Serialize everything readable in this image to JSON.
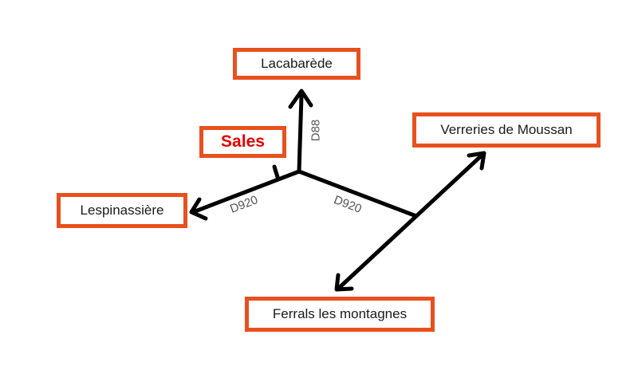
{
  "places": {
    "lacabarede": "Lacabarède",
    "verreries": "Verreries de Moussan",
    "lespinassiere": "Lespinassière",
    "ferrals": "Ferrals les montagnes"
  },
  "center_place": "Sales",
  "roads": {
    "d88": "D88",
    "d920_west": "D920",
    "d920_east": "D920"
  },
  "colors": {
    "box_border": "#e8501e",
    "sales_text": "#e60000",
    "road_line": "#000000",
    "road_label": "#555555"
  }
}
